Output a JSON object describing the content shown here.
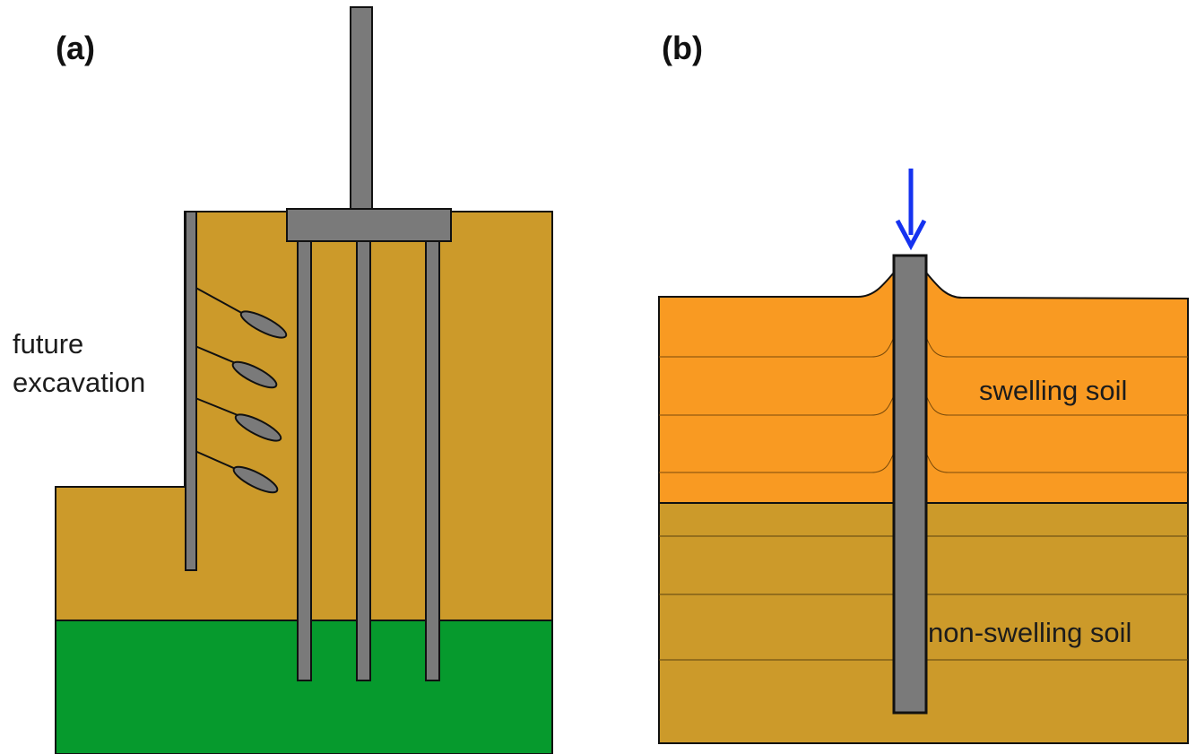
{
  "panel_a": {
    "label": "(a)",
    "annotation_line1": "future",
    "annotation_line2": "excavation"
  },
  "panel_b": {
    "label": "(b)",
    "swelling_label": "swelling soil",
    "nonswelling_label": "non-swelling soil"
  },
  "colors": {
    "soil_brown": "#cc9a2a",
    "soil_green": "#069a2d",
    "swelling_orange": "#f99a22",
    "steel_grey": "#7a7a7a",
    "outline": "#111111",
    "load_arrow": "#1532f0"
  }
}
